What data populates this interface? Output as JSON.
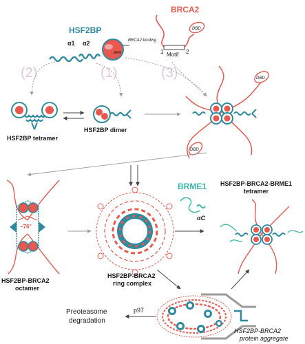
{
  "labels": {
    "brca2": "BRCA2",
    "hsf2bp": "HSF2BP",
    "dbd": "DBD",
    "motif": "Motif",
    "motif_1": "1",
    "motif_2": "2",
    "alpha1": "α1",
    "alpha2": "α2",
    "arm": "ARM",
    "brca2_binding": "BRCA2 binding",
    "step_2": "(2)",
    "step_1": "(1)",
    "step_3": "(3)",
    "tetramer": "HSF2BP tetramer",
    "dimer": "HSF2BP dimer",
    "octamer_line1": "HSF2BP-BRCA2",
    "octamer_line2": "octamer",
    "angle": "~76°",
    "ring_line1": "HSF2BP-BRCA2",
    "ring_line2": "ring complex",
    "brme1": "BRME1",
    "alpha_c": "αC",
    "brme1_tetramer_line1": "HSF2BP-BRCA2-BRME1",
    "brme1_tetramer_line2": "tetramer",
    "p97": "p97",
    "proteasome_line1": "Preoteasome",
    "proteasome_line2": "degradation",
    "aggregate_line1": "HSF2BP-BRCA2",
    "aggregate_line2": "protein aggregate"
  },
  "colors": {
    "hsf2bp": "#2f8aa0",
    "brca2": "#e8584e",
    "brme1": "#3cb8a8",
    "step_numbers": "#e2c6de",
    "arrows": "#9a9a9a"
  }
}
